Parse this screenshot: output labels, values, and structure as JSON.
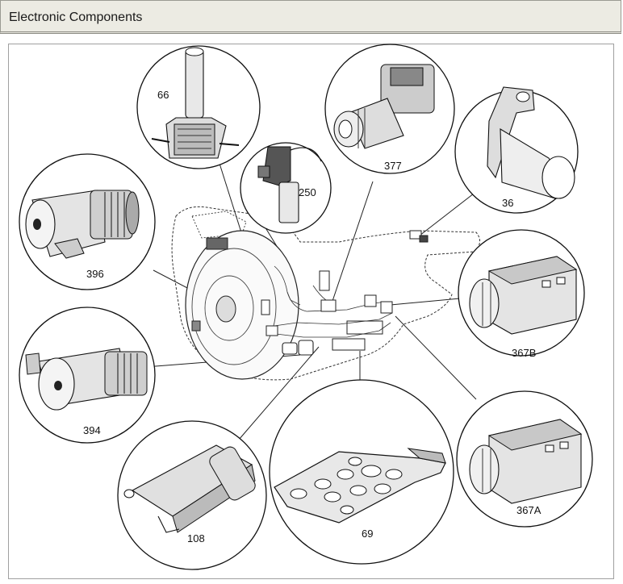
{
  "header": {
    "title": "Electronic Components"
  },
  "diagram": {
    "callouts": [
      {
        "id": "66",
        "label": "66"
      },
      {
        "id": "250",
        "label": "250"
      },
      {
        "id": "377",
        "label": "377"
      },
      {
        "id": "36",
        "label": "36"
      },
      {
        "id": "396",
        "label": "396"
      },
      {
        "id": "367B",
        "label": "367B"
      },
      {
        "id": "394",
        "label": "394"
      },
      {
        "id": "367A",
        "label": "367A"
      },
      {
        "id": "108",
        "label": "108"
      },
      {
        "id": "69",
        "label": "69"
      }
    ]
  }
}
